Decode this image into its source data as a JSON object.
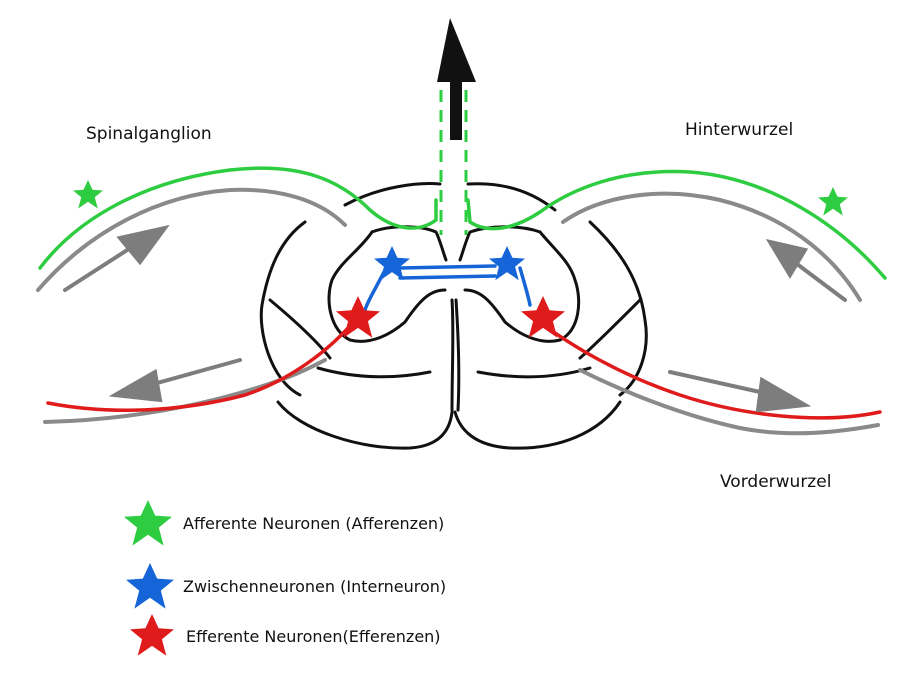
{
  "labels": {
    "spinalganglion": "Spinalganglion",
    "hinterwurzel": "Hinterwurzel",
    "vorderwurzel": "Vorderwurzel"
  },
  "legend": [
    {
      "text": "Afferente Neuronen (Afferenzen)",
      "color": "#2ecc40",
      "icon": "green-star-icon"
    },
    {
      "text": "Zwischenneuronen (Interneuron)",
      "color": "#1565d8",
      "icon": "blue-star-icon"
    },
    {
      "text": "Efferente Neuronen(Efferenzen)",
      "color": "#e01b1b",
      "icon": "red-star-icon"
    }
  ],
  "colors": {
    "afferent": "#2ecc40",
    "interneuron": "#1565d8",
    "efferent": "#e01b1b",
    "nerve": "#888888",
    "outline": "#111111"
  }
}
